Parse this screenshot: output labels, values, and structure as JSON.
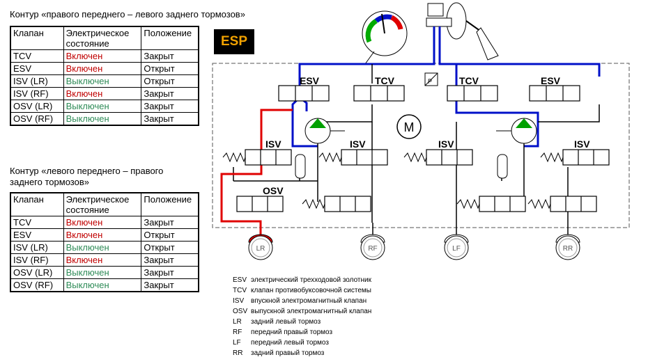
{
  "table1": {
    "title": "Контур «правого переднего – левого заднего тормозов»",
    "headers": [
      "Клапан",
      "Электрическое состояние",
      "Положение"
    ],
    "rows": [
      {
        "valve": "TCV",
        "state": "Включен",
        "state_color": "red",
        "position": "Закрыт"
      },
      {
        "valve": "ESV",
        "state": "Включен",
        "state_color": "red",
        "position": "Открыт"
      },
      {
        "valve": "ISV (LR)",
        "state": "Выключен",
        "state_color": "green",
        "position": "Открыт"
      },
      {
        "valve": "ISV (RF)",
        "state": "Включен",
        "state_color": "red",
        "position": "Закрыт"
      },
      {
        "valve": "OSV (LR)",
        "state": "Выключен",
        "state_color": "green",
        "position": "Закрыт"
      },
      {
        "valve": "OSV (RF)",
        "state": "Выключен",
        "state_color": "green",
        "position": "Закрыт"
      }
    ]
  },
  "table2": {
    "title_line1": "Контур «левого переднего – правого",
    "title_line2": "заднего тормозов»",
    "headers": [
      "Клапан",
      "Электрическое состояние",
      "Положение"
    ],
    "rows": [
      {
        "valve": "TCV",
        "state": "Включен",
        "state_color": "red",
        "position": "Закрыт"
      },
      {
        "valve": "ESV",
        "state": "Включен",
        "state_color": "red",
        "position": "Открыт"
      },
      {
        "valve": "ISV (LR)",
        "state": "Выключен",
        "state_color": "green",
        "position": "Открыт"
      },
      {
        "valve": "ISV (RF)",
        "state": "Включен",
        "state_color": "red",
        "position": "Закрыт"
      },
      {
        "valve": "OSV (LR)",
        "state": "Выключен",
        "state_color": "green",
        "position": "Закрыт"
      },
      {
        "valve": "OSV (RF)",
        "state": "Выключен",
        "state_color": "green",
        "position": "Закрыт"
      }
    ]
  },
  "esp_badge": "ESP",
  "diagram": {
    "valve_labels": {
      "esv_left": "ESV",
      "tcv_left": "TCV",
      "tcv_right": "TCV",
      "esv_right": "ESV",
      "isv_1": "ISV",
      "isv_2": "ISV",
      "isv_3": "ISV",
      "isv_4": "ISV",
      "osv": "OSV",
      "motor": "M",
      "sensor": "P"
    },
    "wheels": [
      "LR",
      "RF",
      "LF",
      "RR"
    ],
    "colors": {
      "active_circuit": "#e00000",
      "pressure_circuit": "#0010c8",
      "pump": "#00a000"
    }
  },
  "legend": [
    {
      "abbr": "ESV",
      "text": "электрический трехходовой золотник"
    },
    {
      "abbr": "TCV",
      "text": "клапан противобуксовочной системы"
    },
    {
      "abbr": "ISV",
      "text": "впускной электромагнитный клапан"
    },
    {
      "abbr": "OSV",
      "text": "выпускной электромагнитный клапан"
    },
    {
      "abbr": "LR",
      "text": "задний левый тормоз"
    },
    {
      "abbr": "RF",
      "text": "передний правый тормоз"
    },
    {
      "abbr": "LF",
      "text": "передний левый тормоз"
    },
    {
      "abbr": "RR",
      "text": "задний правый тормоз"
    }
  ]
}
